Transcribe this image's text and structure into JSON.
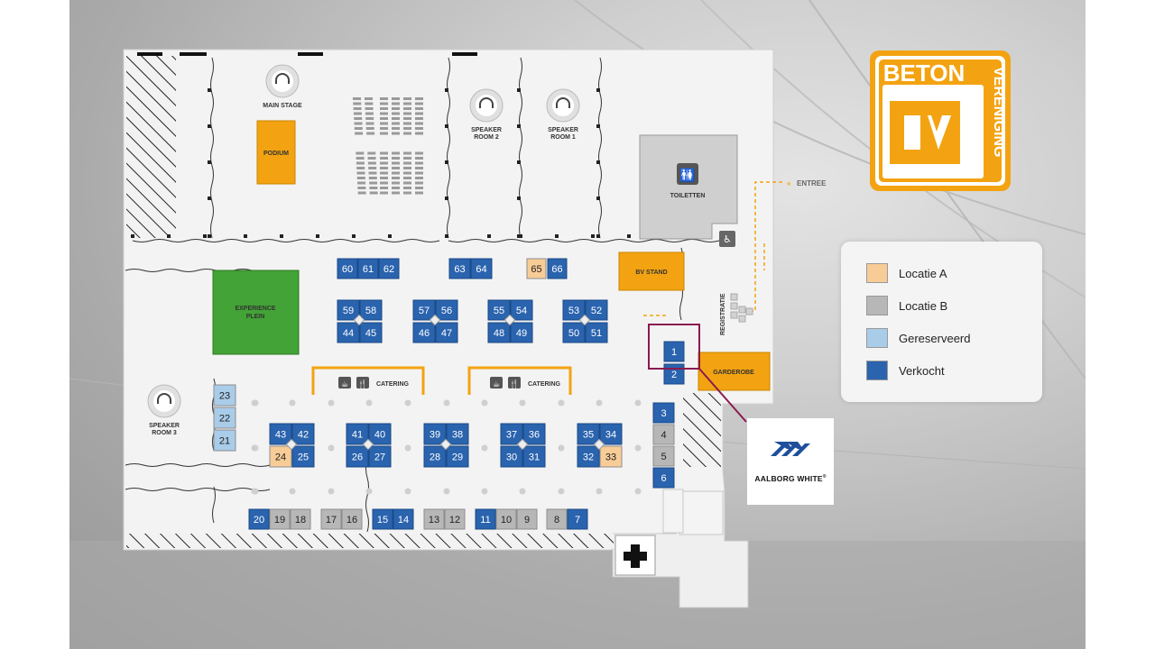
{
  "colors": {
    "sold": "#2a63ae",
    "sold_border": "#1b4a86",
    "reserved": "#a9cce9",
    "loc_a": "#f7cc96",
    "loc_b": "#b7b7b7",
    "orange": "#f3a311",
    "green": "#43a336",
    "magenta": "#8a1a4f",
    "floor": "#f2f2f2"
  },
  "labels": {
    "main_stage": "MAIN STAGE",
    "podium": "PODIUM",
    "speaker2_line1": "SPEAKER",
    "speaker2_line2": "ROOM 2",
    "speaker1_line1": "SPEAKER",
    "speaker1_line2": "ROOM 1",
    "toiletten": "TOILETTEN",
    "entree": "ENTREE",
    "bv_stand": "BV STAND",
    "registratie": "REGISTRATIE",
    "garderobe": "GARDEROBE",
    "experience_line1": "EXPERIENCE",
    "experience_line2": "PLEIN",
    "catering": "CATERING",
    "speaker3_line1": "SPEAKER",
    "speaker3_line2": "ROOM 3"
  },
  "legend": [
    {
      "label": "Locatie A",
      "status": "loc_a"
    },
    {
      "label": "Locatie B",
      "status": "loc_b"
    },
    {
      "label": "Gereserveerd",
      "status": "reserved"
    },
    {
      "label": "Verkocht",
      "status": "sold"
    }
  ],
  "logo": {
    "line1": "BETON",
    "line2": "VERENIGING",
    "mark": "BV"
  },
  "sponsor": {
    "name": "AALBORG WHITE",
    "mark": "®",
    "highlight_booth": "1"
  },
  "booths": [
    {
      "id": "60",
      "status": "sold"
    },
    {
      "id": "61",
      "status": "sold"
    },
    {
      "id": "62",
      "status": "sold"
    },
    {
      "id": "63",
      "status": "sold"
    },
    {
      "id": "64",
      "status": "sold"
    },
    {
      "id": "65",
      "status": "loc_a"
    },
    {
      "id": "66",
      "status": "sold"
    },
    {
      "id": "59",
      "status": "sold"
    },
    {
      "id": "58",
      "status": "sold"
    },
    {
      "id": "44",
      "status": "sold"
    },
    {
      "id": "45",
      "status": "sold"
    },
    {
      "id": "57",
      "status": "sold"
    },
    {
      "id": "56",
      "status": "sold"
    },
    {
      "id": "46",
      "status": "sold"
    },
    {
      "id": "47",
      "status": "sold"
    },
    {
      "id": "55",
      "status": "sold"
    },
    {
      "id": "54",
      "status": "sold"
    },
    {
      "id": "48",
      "status": "sold"
    },
    {
      "id": "49",
      "status": "sold"
    },
    {
      "id": "53",
      "status": "sold"
    },
    {
      "id": "52",
      "status": "sold"
    },
    {
      "id": "50",
      "status": "sold"
    },
    {
      "id": "51",
      "status": "sold"
    },
    {
      "id": "1",
      "status": "sold"
    },
    {
      "id": "2",
      "status": "sold"
    },
    {
      "id": "23",
      "status": "reserved"
    },
    {
      "id": "22",
      "status": "reserved"
    },
    {
      "id": "21",
      "status": "reserved"
    },
    {
      "id": "43",
      "status": "sold"
    },
    {
      "id": "42",
      "status": "sold"
    },
    {
      "id": "24",
      "status": "loc_a"
    },
    {
      "id": "25",
      "status": "sold"
    },
    {
      "id": "41",
      "status": "sold"
    },
    {
      "id": "40",
      "status": "sold"
    },
    {
      "id": "26",
      "status": "sold"
    },
    {
      "id": "27",
      "status": "sold"
    },
    {
      "id": "39",
      "status": "sold"
    },
    {
      "id": "38",
      "status": "sold"
    },
    {
      "id": "28",
      "status": "sold"
    },
    {
      "id": "29",
      "status": "sold"
    },
    {
      "id": "37",
      "status": "sold"
    },
    {
      "id": "36",
      "status": "sold"
    },
    {
      "id": "30",
      "status": "sold"
    },
    {
      "id": "31",
      "status": "sold"
    },
    {
      "id": "35",
      "status": "sold"
    },
    {
      "id": "34",
      "status": "sold"
    },
    {
      "id": "32",
      "status": "sold"
    },
    {
      "id": "33",
      "status": "loc_a"
    },
    {
      "id": "3",
      "status": "sold"
    },
    {
      "id": "4",
      "status": "loc_b"
    },
    {
      "id": "5",
      "status": "loc_b"
    },
    {
      "id": "6",
      "status": "sold"
    },
    {
      "id": "20",
      "status": "sold"
    },
    {
      "id": "19",
      "status": "loc_b"
    },
    {
      "id": "18",
      "status": "loc_b"
    },
    {
      "id": "17",
      "status": "loc_b"
    },
    {
      "id": "16",
      "status": "loc_b"
    },
    {
      "id": "15",
      "status": "sold"
    },
    {
      "id": "14",
      "status": "sold"
    },
    {
      "id": "13",
      "status": "loc_b"
    },
    {
      "id": "12",
      "status": "loc_b"
    },
    {
      "id": "11",
      "status": "sold"
    },
    {
      "id": "10",
      "status": "loc_b"
    },
    {
      "id": "9",
      "status": "loc_b"
    },
    {
      "id": "8",
      "status": "loc_b"
    },
    {
      "id": "7",
      "status": "sold"
    }
  ]
}
